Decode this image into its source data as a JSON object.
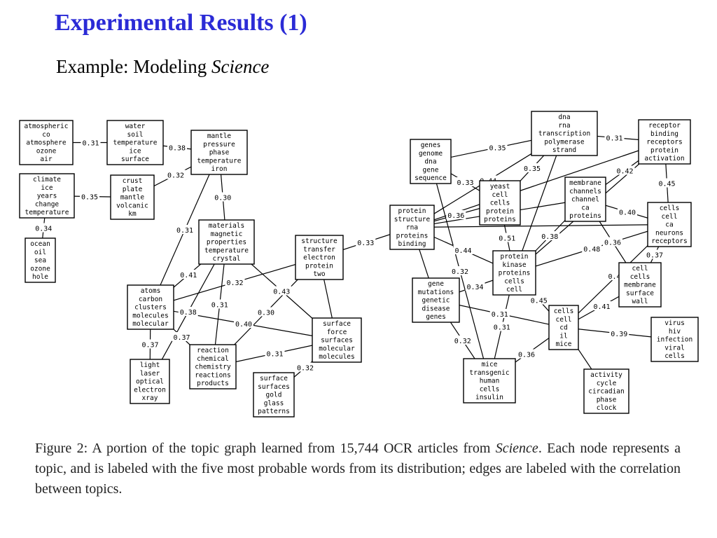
{
  "slide": {
    "title": "Experimental Results (1)",
    "subtitle_prefix": "Example: Modeling ",
    "subtitle_italic": "Science"
  },
  "caption": {
    "part1": "Figure 2:  A portion of the topic graph learned from 15,744 OCR articles from ",
    "italic": "Science",
    "part2": ". Each node represents a topic, and is labeled with the five most probable words from its distribution; edges are labeled with the correlation between topics."
  },
  "nodes": [
    {
      "id": "atmospheric",
      "words": [
        "atmospheric",
        "co",
        "atmosphere",
        "ozone",
        "air"
      ]
    },
    {
      "id": "water",
      "words": [
        "water",
        "soil",
        "temperature",
        "ice",
        "surface"
      ]
    },
    {
      "id": "mantle",
      "words": [
        "mantle",
        "pressure",
        "phase",
        "temperature",
        "iron"
      ]
    },
    {
      "id": "climate",
      "words": [
        "climate",
        "ice",
        "years",
        "change",
        "temperature"
      ]
    },
    {
      "id": "crust",
      "words": [
        "crust",
        "plate",
        "mantle",
        "volcanic",
        "km"
      ]
    },
    {
      "id": "ocean",
      "words": [
        "ocean",
        "oil",
        "sea",
        "ozone",
        "hole"
      ]
    },
    {
      "id": "materials",
      "words": [
        "materials",
        "magnetic",
        "properties",
        "temperature",
        "crystal"
      ]
    },
    {
      "id": "atoms",
      "words": [
        "atoms",
        "carbon",
        "clusters",
        "molecules",
        "molecular"
      ]
    },
    {
      "id": "light",
      "words": [
        "light",
        "laser",
        "optical",
        "electron",
        "xray"
      ]
    },
    {
      "id": "reaction",
      "words": [
        "reaction",
        "chemical",
        "chemistry",
        "reactions",
        "products"
      ]
    },
    {
      "id": "surface",
      "words": [
        "surface",
        "surfaces",
        "gold",
        "glass",
        "patterns"
      ]
    },
    {
      "id": "surfaceforce",
      "words": [
        "surface",
        "force",
        "surfaces",
        "molecular",
        "molecules"
      ]
    },
    {
      "id": "structure",
      "words": [
        "structure",
        "transfer",
        "electron",
        "protein",
        "two"
      ]
    },
    {
      "id": "protein",
      "words": [
        "protein",
        "structure",
        "rna",
        "proteins",
        "binding"
      ]
    },
    {
      "id": "genes",
      "words": [
        "genes",
        "genome",
        "dna",
        "gene",
        "sequence"
      ]
    },
    {
      "id": "dna",
      "words": [
        "dna",
        "rna",
        "transcription",
        "polymerase",
        "strand"
      ]
    },
    {
      "id": "yeast",
      "words": [
        "yeast",
        "cell",
        "cells",
        "protein",
        "proteins"
      ]
    },
    {
      "id": "membrane",
      "words": [
        "membrane",
        "channels",
        "channel",
        "ca",
        "proteins"
      ]
    },
    {
      "id": "receptor",
      "words": [
        "receptor",
        "binding",
        "receptors",
        "protein",
        "activation"
      ]
    },
    {
      "id": "cellsca",
      "words": [
        "cells",
        "cell",
        "ca",
        "neurons",
        "receptors"
      ]
    },
    {
      "id": "kinase",
      "words": [
        "protein",
        "kinase",
        "proteins",
        "cells",
        "cell"
      ]
    },
    {
      "id": "gene",
      "words": [
        "gene",
        "mutations",
        "genetic",
        "disease",
        "genes"
      ]
    },
    {
      "id": "cellwall",
      "words": [
        "cell",
        "cells",
        "membrane",
        "surface",
        "wall"
      ]
    },
    {
      "id": "cellscd",
      "words": [
        "cells",
        "cell",
        "cd",
        "il",
        "mice"
      ]
    },
    {
      "id": "virus",
      "words": [
        "virus",
        "hiv",
        "infection",
        "viral",
        "cells"
      ]
    },
    {
      "id": "mice",
      "words": [
        "mice",
        "transgenic",
        "human",
        "cells",
        "insulin"
      ]
    },
    {
      "id": "activity",
      "words": [
        "activity",
        "cycle",
        "circadian",
        "phase",
        "clock"
      ]
    }
  ],
  "edges": [
    {
      "from": "atmospheric",
      "to": "water",
      "label": "0.31"
    },
    {
      "from": "water",
      "to": "mantle",
      "label": "0.38"
    },
    {
      "from": "climate",
      "to": "crust",
      "label": "0.35"
    },
    {
      "from": "crust",
      "to": "mantle",
      "label": "0.32"
    },
    {
      "from": "climate",
      "to": "ocean",
      "label": "0.34"
    },
    {
      "from": "mantle",
      "to": "materials",
      "label": "0.30"
    },
    {
      "from": "mantle",
      "to": "atoms",
      "label": "0.31"
    },
    {
      "from": "materials",
      "to": "atoms",
      "label": "0.41"
    },
    {
      "from": "materials",
      "to": "light",
      "label": "0.38"
    },
    {
      "from": "materials",
      "to": "surfaceforce",
      "label": "0.43"
    },
    {
      "from": "atoms",
      "to": "structure",
      "label": "0.32"
    },
    {
      "from": "atoms",
      "to": "surfaceforce",
      "label": "0.40"
    },
    {
      "from": "atoms",
      "to": "light",
      "label": "0.37"
    },
    {
      "from": "atoms",
      "to": "reaction",
      "label": "0.37"
    },
    {
      "from": "materials",
      "to": "reaction",
      "label": "0.31"
    },
    {
      "from": "structure",
      "to": "reaction",
      "label": "0.30"
    },
    {
      "from": "reaction",
      "to": "surfaceforce",
      "label": "0.31"
    },
    {
      "from": "surface",
      "to": "surfaceforce",
      "label": "0.32"
    },
    {
      "from": "structure",
      "to": "protein",
      "label": "0.33"
    },
    {
      "from": "structure",
      "to": "surfaceforce",
      "label": ""
    },
    {
      "from": "genes",
      "to": "dna",
      "label": "0.35"
    },
    {
      "from": "genes",
      "to": "yeast",
      "label": "0.33"
    },
    {
      "from": "dna",
      "to": "receptor",
      "label": "0.31"
    },
    {
      "from": "dna",
      "to": "yeast",
      "label": "0.35"
    },
    {
      "from": "dna",
      "to": "protein",
      "label": "0.44"
    },
    {
      "from": "dna",
      "to": "kinase",
      "label": ""
    },
    {
      "from": "receptor",
      "to": "membrane",
      "label": "0.42"
    },
    {
      "from": "receptor",
      "to": "cellsca",
      "label": "0.45"
    },
    {
      "from": "receptor",
      "to": "protein",
      "label": ""
    },
    {
      "from": "receptor",
      "to": "kinase",
      "label": "0.41"
    },
    {
      "from": "membrane",
      "to": "protein",
      "label": "0.37"
    },
    {
      "from": "membrane",
      "to": "cellsca",
      "label": "0.40"
    },
    {
      "from": "membrane",
      "to": "kinase",
      "label": "0.38"
    },
    {
      "from": "membrane",
      "to": "cellwall",
      "label": "0.36"
    },
    {
      "from": "protein",
      "to": "yeast",
      "label": "0.36"
    },
    {
      "from": "protein",
      "to": "kinase",
      "label": "0.44"
    },
    {
      "from": "protein",
      "to": "gene",
      "label": ""
    },
    {
      "from": "protein",
      "to": "cellsca",
      "label": ""
    },
    {
      "from": "yeast",
      "to": "kinase",
      "label": "0.51"
    },
    {
      "from": "kinase",
      "to": "gene",
      "label": "0.34"
    },
    {
      "from": "kinase",
      "to": "cellsca",
      "label": "0.48"
    },
    {
      "from": "kinase",
      "to": "cellscd",
      "label": "0.45"
    },
    {
      "from": "kinase",
      "to": "mice",
      "label": "0.31"
    },
    {
      "from": "cellsca",
      "to": "cellwall",
      "label": "0.37"
    },
    {
      "from": "cellsca",
      "to": "cellscd",
      "label": "0.42"
    },
    {
      "from": "cellwall",
      "to": "cellscd",
      "label": "0.41"
    },
    {
      "from": "gene",
      "to": "cellscd",
      "label": "0.31"
    },
    {
      "from": "gene",
      "to": "mice",
      "label": "0.32"
    },
    {
      "from": "genes",
      "to": "mice",
      "label": "0.32"
    },
    {
      "from": "cellscd",
      "to": "virus",
      "label": "0.39"
    },
    {
      "from": "cellscd",
      "to": "mice",
      "label": "0.36"
    },
    {
      "from": "cellscd",
      "to": "activity",
      "label": ""
    }
  ]
}
